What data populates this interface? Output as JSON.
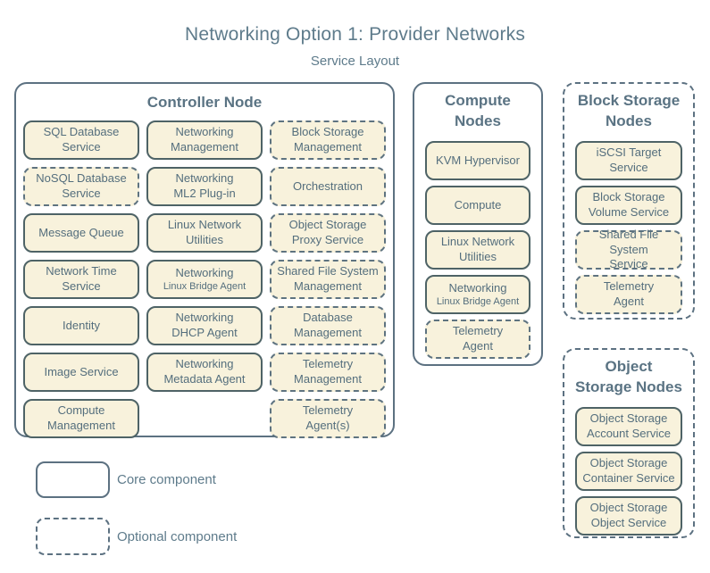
{
  "title": "Networking Option 1: Provider Networks",
  "subtitle": "Service Layout",
  "colors": {
    "background": "#ffffff",
    "box_fill": "#f8f2dc",
    "core_border": "#4e6366",
    "optional_border": "#5e7380",
    "container_border": "#5c7181",
    "box_text": "#546e7d",
    "heading_text": "#5a7383",
    "title_text": "#5e7b8b"
  },
  "controller": {
    "heading": "Controller Node",
    "type": "core",
    "col1": [
      {
        "label": "SQL Database\nService",
        "type": "core"
      },
      {
        "label": "NoSQL Database\nService",
        "type": "optional"
      },
      {
        "label": "Message Queue",
        "type": "core"
      },
      {
        "label": "Network Time\nService",
        "type": "core"
      },
      {
        "label": "Identity",
        "type": "core"
      },
      {
        "label": "Image Service",
        "type": "core"
      },
      {
        "label": "Compute\nManagement",
        "type": "core"
      }
    ],
    "col2": [
      {
        "label": "Networking\nManagement",
        "type": "core"
      },
      {
        "label": "Networking\nML2 Plug-in",
        "type": "core"
      },
      {
        "label": "Linux Network\nUtilities",
        "type": "core"
      },
      {
        "label": "Networking",
        "sublabel": "Linux Bridge Agent",
        "type": "core"
      },
      {
        "label": "Networking\nDHCP Agent",
        "type": "core"
      },
      {
        "label": "Networking\nMetadata Agent",
        "type": "core"
      }
    ],
    "col3": [
      {
        "label": "Block Storage\nManagement",
        "type": "optional"
      },
      {
        "label": "Orchestration",
        "type": "optional"
      },
      {
        "label": "Object Storage\nProxy Service",
        "type": "optional"
      },
      {
        "label": "Shared File System\nManagement",
        "type": "optional"
      },
      {
        "label": "Database\nManagement",
        "type": "optional"
      },
      {
        "label": "Telemetry\nManagement",
        "type": "optional"
      },
      {
        "label": "Telemetry\nAgent(s)",
        "type": "optional"
      }
    ]
  },
  "compute": {
    "heading": "Compute\nNodes",
    "type": "core",
    "items": [
      {
        "label": "KVM Hypervisor",
        "type": "core"
      },
      {
        "label": "Compute",
        "type": "core"
      },
      {
        "label": "Linux Network\nUtilities",
        "type": "core"
      },
      {
        "label": "Networking",
        "sublabel": "Linux Bridge Agent",
        "type": "core"
      },
      {
        "label": "Telemetry\nAgent",
        "type": "optional"
      }
    ]
  },
  "block_storage": {
    "heading": "Block Storage\nNodes",
    "type": "optional",
    "items": [
      {
        "label": "iSCSI Target\nService",
        "type": "core"
      },
      {
        "label": "Block Storage\nVolume Service",
        "type": "core"
      },
      {
        "label": "Shared File System\nService",
        "type": "optional"
      },
      {
        "label": "Telemetry\nAgent",
        "type": "optional"
      }
    ]
  },
  "object_storage": {
    "heading": "Object\nStorage Nodes",
    "type": "optional",
    "items": [
      {
        "label": "Object Storage\nAccount Service",
        "type": "core"
      },
      {
        "label": "Object Storage\nContainer Service",
        "type": "core"
      },
      {
        "label": "Object Storage\nObject Service",
        "type": "core"
      }
    ]
  },
  "legend": {
    "core_label": "Core component",
    "optional_label": "Optional component"
  }
}
